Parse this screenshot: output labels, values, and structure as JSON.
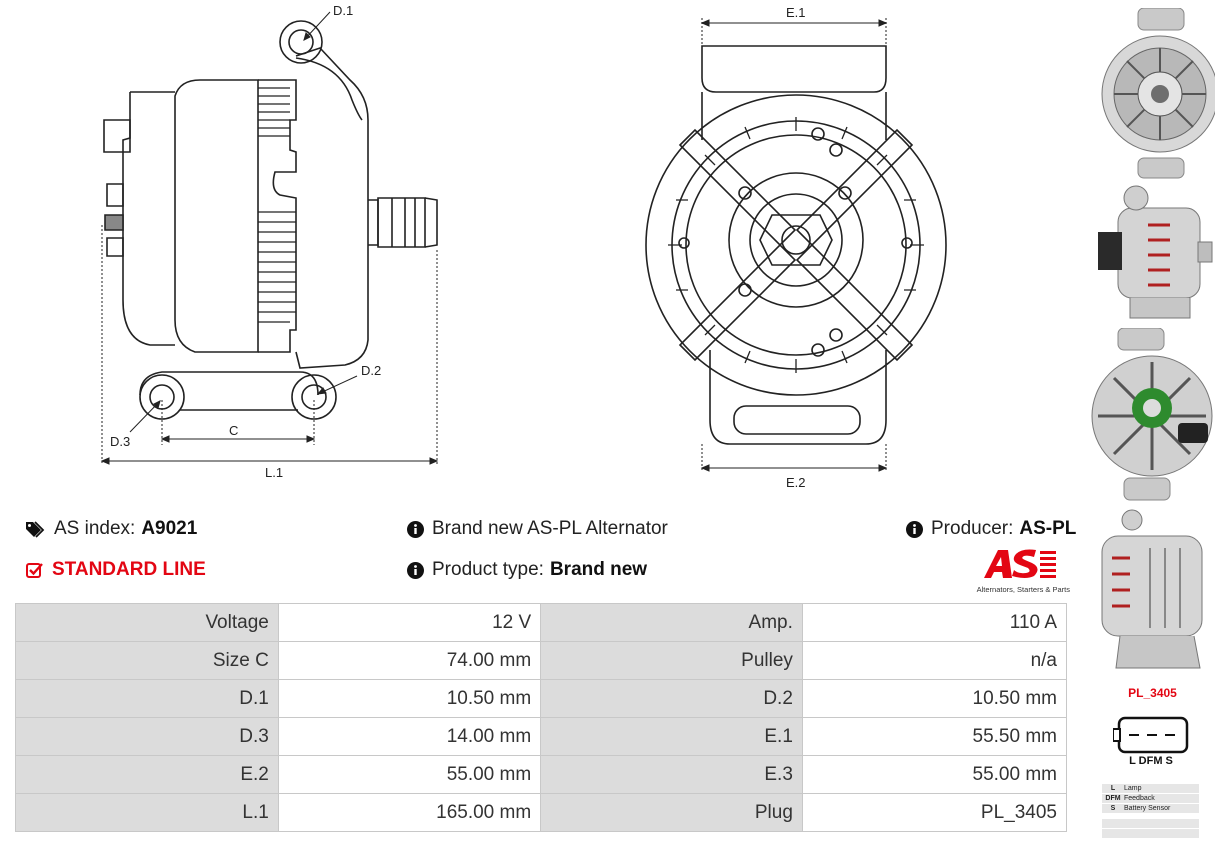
{
  "drawing_side": {
    "labels": {
      "d1": "D.1",
      "d2": "D.2",
      "d3": "D.3",
      "c": "C",
      "l1": "L.1"
    }
  },
  "drawing_front": {
    "labels": {
      "e1": "E.1",
      "e2": "E.2"
    }
  },
  "info": {
    "as_index_label": "AS index:",
    "as_index_value": "A9021",
    "line_label": "STANDARD LINE",
    "description": "Brand new AS-PL Alternator",
    "product_type_label": "Product type:",
    "product_type_value": "Brand new",
    "producer_label": "Producer:",
    "producer_value": "AS-PL"
  },
  "logo": {
    "mark": "AS",
    "tagline": "Alternators, Starters & Parts",
    "color": "#e30613"
  },
  "specs": [
    {
      "l1": "Voltage",
      "v1": "12 V",
      "l2": "Amp.",
      "v2": "110 A"
    },
    {
      "l1": "Size C",
      "v1": "74.00 mm",
      "l2": "Pulley",
      "v2": "n/a"
    },
    {
      "l1": "D.1",
      "v1": "10.50 mm",
      "l2": "D.2",
      "v2": "10.50 mm"
    },
    {
      "l1": "D.3",
      "v1": "14.00 mm",
      "l2": "E.1",
      "v2": "55.50 mm"
    },
    {
      "l1": "E.2",
      "v1": "55.00 mm",
      "l2": "E.3",
      "v2": "55.00 mm"
    },
    {
      "l1": "L.1",
      "v1": "165.00 mm",
      "l2": "Plug",
      "v2": "PL_3405"
    }
  ],
  "plug": {
    "code": "PL_3405",
    "pins": "L DFM S",
    "legend": [
      {
        "key": "L",
        "desc": "Lamp"
      },
      {
        "key": "DFM",
        "desc": "Feedback"
      },
      {
        "key": "S",
        "desc": "Battery Sensor"
      }
    ]
  },
  "colors": {
    "accent_red": "#e30613",
    "table_label_bg": "#dcdcdc",
    "table_border": "#c8c8c8"
  }
}
